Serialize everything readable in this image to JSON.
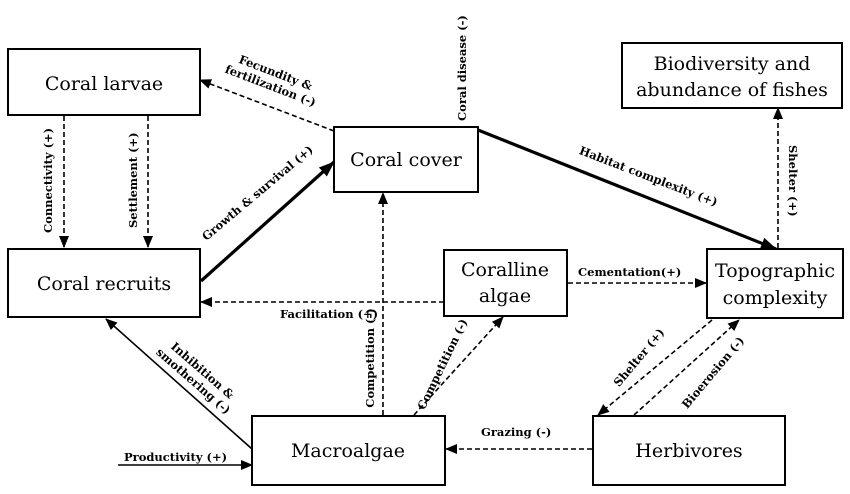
{
  "nodes": {
    "coral_larvae": "Coral larvae",
    "coral_cover": "Coral cover",
    "biodiversity_line1": "Biodiversity and",
    "biodiversity_line2": "abundance of fishes",
    "coral_recruits": "Coral recruits",
    "coralline_line1": "Coralline",
    "coralline_line2": "algae",
    "topographic_line1": "Topographic",
    "topographic_line2": "complexity",
    "macroalgae": "Macroalgae",
    "herbivores": "Herbivores"
  },
  "edges": {
    "fecundity_line1": "Fecundity &",
    "fecundity_line2": "fertilization (-)",
    "coral_disease": "Coral disease (-)",
    "connectivity": "Connectivity (+)",
    "settlement": "Settlement (+)",
    "growth_survival": "Growth & survival (+)",
    "habitat_complexity": "Habitat complexity (+)",
    "shelter_fish": "Shelter (+)",
    "cementation": "Cementation(+)",
    "facilitation": "Facilitation (+)",
    "inhibition_line1": "Inhibition &",
    "inhibition_line2": "smothering (-)",
    "competition_cover": "Competition (-)",
    "competition_coralline": "Competition (-)",
    "shelter_herbivores": "Shelter (+)",
    "bioerosion": "Bioerosion (-)",
    "grazing": "Grazing (-)",
    "productivity": "Productivity (+)"
  }
}
